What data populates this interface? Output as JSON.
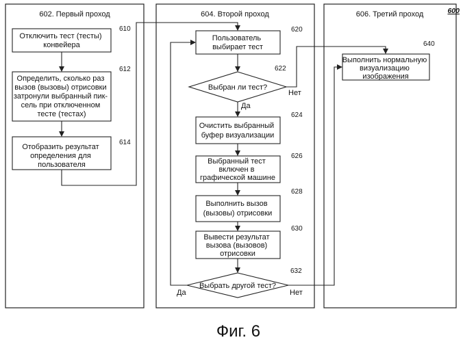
{
  "figure_number": "600",
  "caption": "Фиг. 6",
  "lanes": [
    {
      "title": "602. Первый проход"
    },
    {
      "title": "604. Второй проход"
    },
    {
      "title": "606. Третий проход"
    }
  ],
  "steps": [
    {
      "id": "610",
      "lines": [
        "Отключить тест (тесты)",
        "конвейера"
      ]
    },
    {
      "id": "612",
      "lines": [
        "Определить, сколько раз",
        "вызов (вызовы) отрисовки",
        "затронули выбранный пик-",
        "сель при отключенном",
        "тесте (тестах)"
      ]
    },
    {
      "id": "614",
      "lines": [
        "Отобразить результат",
        "определения для",
        "пользователя"
      ]
    },
    {
      "id": "620",
      "lines": [
        "Пользователь",
        "выбирает тест"
      ]
    },
    {
      "id": "622",
      "lines": [
        "Выбран ли тест?"
      ]
    },
    {
      "id": "624",
      "lines": [
        "Очистить выбранный",
        "буфер визуализации"
      ]
    },
    {
      "id": "626",
      "lines": [
        "Выбранный тест",
        "включен в",
        "графической машине"
      ]
    },
    {
      "id": "628",
      "lines": [
        "Выполнить вызов",
        "(вызовы) отрисовки"
      ]
    },
    {
      "id": "630",
      "lines": [
        "Вывести результат",
        "вызова (вызовов)",
        "отрисовки"
      ]
    },
    {
      "id": "632",
      "lines": [
        "Выбрать другой тест?"
      ]
    },
    {
      "id": "640",
      "lines": [
        "Выполнить нормальную",
        "визуализацию",
        "изображения"
      ]
    }
  ],
  "branch_labels": {
    "d622_yes": "Да",
    "d622_no": "Нет",
    "d632_yes": "Да",
    "d632_no": "Нет"
  }
}
